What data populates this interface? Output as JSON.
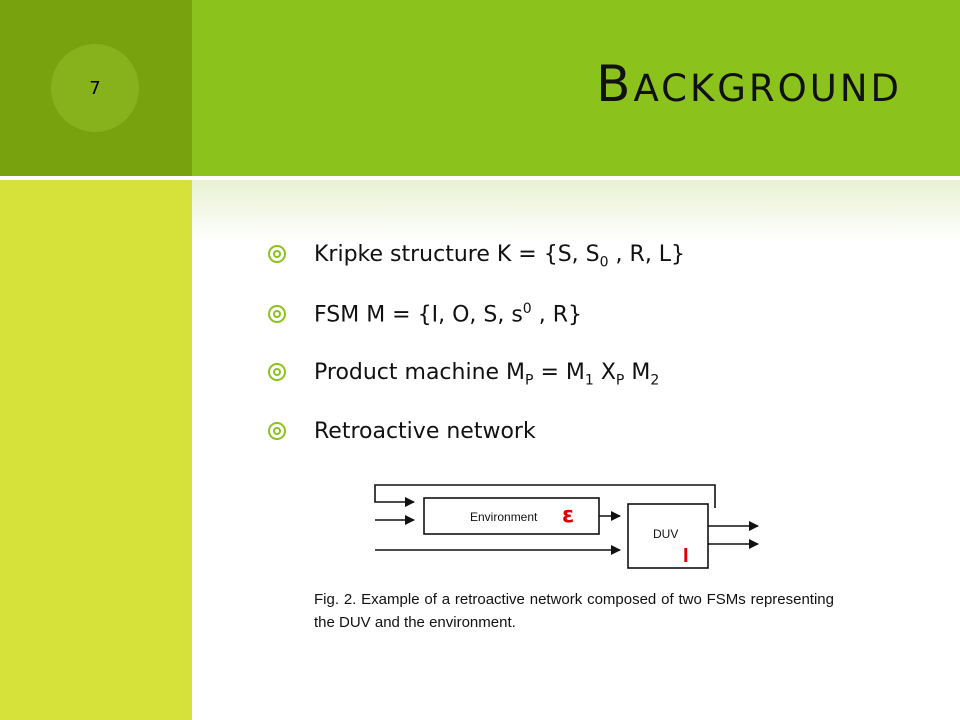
{
  "slide": {
    "page_number": "7",
    "title_cap": "B",
    "title_rest": "ackground"
  },
  "bullets": [
    {
      "pre": "Kripke structure K = {S, S",
      "sub1": "0",
      "post": " , R, L}"
    },
    {
      "pre": "FSM M = {I, O, S, s",
      "sup1": "0",
      "post": " , R}"
    },
    {
      "pre": "Product machine M",
      "sub1": "P",
      "mid1": " = M",
      "sub2": "1",
      "mid2": " X",
      "sub3": "P",
      "mid3": " M",
      "sub4": "2"
    },
    {
      "text": "Retroactive network"
    }
  ],
  "figure": {
    "environment_label": "Environment",
    "duv_label": "DUV",
    "epsilon_label": "ε",
    "i_label": "I",
    "caption": "Fig. 2. Example of a retroactive network composed of two FSMs representing the DUV and the environment."
  },
  "colors": {
    "title_band": "#8bc21c",
    "left_column": "#d6e23a",
    "left_top": "#79a20f",
    "accent_red": "#e00000"
  }
}
